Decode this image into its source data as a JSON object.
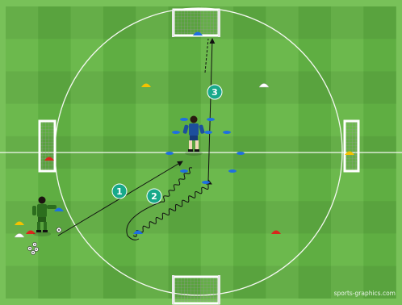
{
  "diagram": {
    "colors": {
      "pitch_light": "#6fba4f",
      "pitch_dark": "#5aa93f",
      "pitch_outer": "#7cc45c",
      "line": "#f4f8f1",
      "marker": "#18a98a",
      "cone_blue": "#1f6fe0",
      "cone_red": "#d9261c",
      "cone_yellow": "#f4c200",
      "cone_white": "#ffffff",
      "player_blue": "#1d4f9c",
      "keeper_green": "#2c6e1e"
    },
    "markers": [
      {
        "label": "1"
      },
      {
        "label": "2"
      },
      {
        "label": "3"
      }
    ],
    "goals": [
      {
        "name": "top-goal"
      },
      {
        "name": "bottom-goal"
      },
      {
        "name": "left-goal"
      },
      {
        "name": "right-goal"
      }
    ],
    "players": [
      {
        "role": "outfield-player",
        "kit": "blue"
      },
      {
        "role": "goalkeeper-server",
        "kit": "green"
      }
    ],
    "cone_colors": [
      "blue",
      "red",
      "yellow",
      "white"
    ],
    "watermark": "sports-graphics.com"
  }
}
